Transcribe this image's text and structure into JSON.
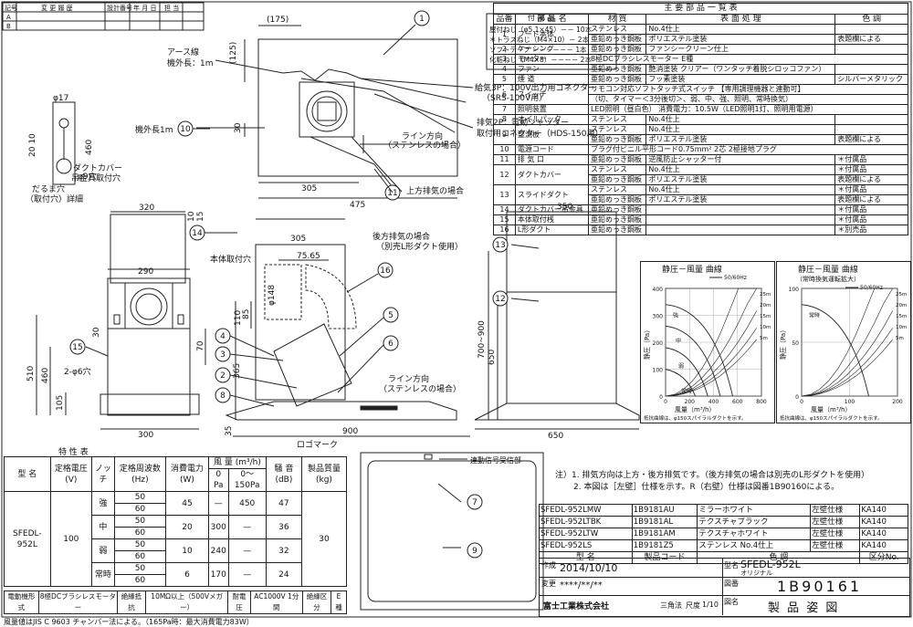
{
  "revision_block": {
    "headers": [
      "記号",
      "変 更 履 歴",
      "設計番号",
      "年 月 日",
      "担 当"
    ],
    "marks": [
      "A",
      "B"
    ]
  },
  "accessories": {
    "title": "付 属 品",
    "items": [
      "屋付ねじ（φ5.1×45）－－ 10本",
      "＊トラスねじ（M4×10）－ 2本",
      "ソフトテープ －－－－－－ 1本",
      "化粧ねじ（M4×8）－－－－ 2本"
    ]
  },
  "parts_table": {
    "title": "主 要 部 品 一 覧 表",
    "headers": [
      "品番",
      "部 品 名",
      "材 質",
      "表 面 処 理",
      "色 調"
    ],
    "rows": [
      {
        "no": "1",
        "name": "フード本体",
        "lines": [
          [
            "ステンレス",
            "No.4仕上",
            ""
          ],
          [
            "亜鉛めっき鋼板",
            "ポリエステル塗装",
            "表題欄による"
          ]
        ]
      },
      {
        "no": "2",
        "name": "ケーシング",
        "lines": [
          [
            "亜鉛めっき鋼板",
            "ファンシークリーン仕上",
            ""
          ]
        ]
      },
      {
        "no": "3",
        "name": "モーター",
        "lines": [
          [
            "8極DCブラシレスモーター E種",
            "",
            ""
          ]
        ]
      },
      {
        "no": "4",
        "name": "ファン",
        "lines": [
          [
            "亜鉛めっき鋼板",
            "艶消塗装 クリアー（ワンタッチ着脱シロッコファン）",
            ""
          ]
        ]
      },
      {
        "no": "5",
        "name": "煙 道",
        "lines": [
          [
            "亜鉛めっき鋼板",
            "フッ素塗装",
            "シルバーメタリック"
          ]
        ]
      },
      {
        "no": "6",
        "name": "スイッチ",
        "lines": [
          [
            "リモコン対応ソフトタッチ式スイッチ 【専用調理機器と連動可】",
            "",
            ""
          ],
          [
            "（切、タイマー＜3分後切＞、弱、中、強、照明、常時換気）",
            "",
            ""
          ]
        ]
      },
      {
        "no": "7",
        "name": "照明装置",
        "lines": [
          [
            "LED照明（昼白色） 消費電力：10.5W（LED照明1灯、照明用電源）",
            "",
            ""
          ]
        ]
      },
      {
        "no": "8",
        "name": "オイルパック",
        "lines": [
          [
            "ステンレス",
            "No.4仕上",
            ""
          ]
        ]
      },
      {
        "no": "9",
        "name": "整流板",
        "lines": [
          [
            "ステンレス",
            "No.4仕上",
            ""
          ],
          [
            "亜鉛めっき鋼板",
            "ポリエステル塗装",
            "表題欄による"
          ]
        ]
      },
      {
        "no": "10",
        "name": "電源コード",
        "lines": [
          [
            "ブラグ付ビニル平形コード0.75mm² 2芯 2極接地プラグ",
            "",
            ""
          ]
        ]
      },
      {
        "no": "11",
        "name": "排 気 口",
        "lines": [
          [
            "亜鉛めっき鋼板",
            "逆風防止シャッター付",
            "＊付属品"
          ]
        ]
      },
      {
        "no": "12",
        "name": "ダクトカバー",
        "lines": [
          [
            "ステンレス",
            "No.4仕上",
            "＊付属品"
          ],
          [
            "亜鉛めっき鋼板",
            "ポリエステル塗装",
            "表題欄による"
          ]
        ]
      },
      {
        "no": "13",
        "name": "スライドダクト",
        "lines": [
          [
            "ステンレス",
            "No.4仕上",
            "＊付属品"
          ],
          [
            "亜鉛めっき鋼板",
            "ポリエステル塗装",
            "表題欄による"
          ]
        ]
      },
      {
        "no": "14",
        "name": "ダクトカバー吊金具",
        "lines": [
          [
            "亜鉛めっき鋼板",
            "",
            "＊付属品"
          ]
        ]
      },
      {
        "no": "15",
        "name": "本体取付桟",
        "lines": [
          [
            "亜鉛めっき鋼板",
            "",
            "＊付属品"
          ]
        ]
      },
      {
        "no": "16",
        "name": "L形ダクト",
        "lines": [
          [
            "亜鉛めっき鋼板",
            "",
            "＊別売品"
          ]
        ]
      }
    ]
  },
  "spec_table": {
    "title": "特 性 表",
    "headers": [
      "型 名",
      "定格電圧 (V)",
      "ノッチ",
      "定格周波数 (Hz)",
      "消費電力 (W)",
      "風 量 (m³/h)",
      "騒 音 (dB)",
      "製品質量 (kg)"
    ],
    "subheaders": [
      "0 Pa",
      "0〜150Pa"
    ],
    "model": "SFEDL-952L",
    "voltage": "100",
    "weight": "30",
    "rows": [
      {
        "notch": "強",
        "freq": [
          "50",
          "60"
        ],
        "power": "45",
        "q0": "—",
        "q150": "450",
        "noise": "47"
      },
      {
        "notch": "中",
        "freq": [
          "50",
          "60"
        ],
        "power": "20",
        "q0": "300",
        "q150": "—",
        "noise": "36"
      },
      {
        "notch": "弱",
        "freq": [
          "50",
          "60"
        ],
        "power": "10",
        "q0": "240",
        "q150": "—",
        "noise": "32"
      },
      {
        "notch": "常時",
        "freq": [
          "50",
          "60"
        ],
        "power": "6",
        "q0": "170",
        "q150": "—",
        "noise": "24"
      }
    ],
    "footer_cells": [
      "電動機形式",
      "8極DCブラシレスモーター",
      "絶縁抵抗",
      "10MΩ以上（500Vメガー）",
      "耐電圧",
      "AC1000V 1分間",
      "絶縁区分",
      "E 種"
    ],
    "note": "風量値はJIS C 9603 チャンバー法による。（165Pa時：最大消費電力83W）"
  },
  "notes": [
    "注）1. 排気方向は上方・後方排気です。（後方排気の場合は別売のL形ダクトを使用）",
    "2. 本図は［左壁］仕様を示す。R（右壁）仕様は図番1B90160による。"
  ],
  "model_list": {
    "rows": [
      [
        "SFEDL-952LMW",
        "1B9181AU",
        "ミラーホワイト",
        "左壁仕様",
        "KA140"
      ],
      [
        "SFEDL-952LTBK",
        "1B9181AL",
        "テクスチャブラック",
        "左壁仕様",
        "KA140"
      ],
      [
        "SFEDL-952LTW",
        "1B9181AM",
        "テクスチャホワイト",
        "左壁仕様",
        "KA140"
      ],
      [
        "SFEDL-952LS",
        "1B9181Z5",
        "ステンレス No.4仕上",
        "左壁仕様",
        "KA140"
      ]
    ],
    "headers": [
      "型 名",
      "製品コード",
      "色 調",
      "区分No."
    ]
  },
  "title_block": {
    "made_label": "作成",
    "date": "2014/10/10",
    "changed_label": "変更",
    "changed_date": "****/**/**",
    "company": "富士工業株式会社",
    "projection": "三角法",
    "scale_label": "尺度",
    "scale": "1/10",
    "model_label": "型名",
    "model": "SFEDL-952L",
    "original": "オリジナル",
    "drawing_no_label": "図番",
    "drawing_no": "1B90161",
    "name_label": "図名",
    "drawing_name": "製 品 姿 図"
  },
  "chart_left": {
    "title": "静圧－風量 曲線",
    "legend": "50/60Hz",
    "ylabel": "静圧（Pa）",
    "xlabel": "風量（m³/h）",
    "yticks": [
      "0",
      "100",
      "200",
      "300",
      "400"
    ],
    "xticks": [
      "0",
      "200",
      "400",
      "600",
      "800"
    ],
    "duct_labels": [
      "25m",
      "20m",
      "15m",
      "10m",
      "5m"
    ],
    "curve_labels": [
      "強",
      "中",
      "弱",
      "常時"
    ],
    "footnote": "抵抗曲線は、φ150スパイラルダクトを示す。"
  },
  "chart_right": {
    "title": "静圧－風量 曲線",
    "subtitle": "（常時換気運転拡大）",
    "legend": "50/60Hz",
    "ylabel": "静圧（Pa）",
    "xlabel": "風量（m³/h）",
    "yticks": [
      "0",
      "50",
      "100"
    ],
    "xticks": [
      "0",
      "100",
      "200"
    ],
    "duct_labels": [
      "25m",
      "20m",
      "15m",
      "10m",
      "5m"
    ],
    "curve_labels": [
      "常時"
    ],
    "footnote": "抵抗曲線は、φ150スパイラルダクトを示す。"
  },
  "labels": {
    "earth_wire": "アース線",
    "earth_len": "機外長：1m",
    "outside_len": "機外長1m",
    "supply3p": "給気3P：100V出力用コネクター",
    "supply3p_b": "（SRS-100V用）",
    "exhaust2p": "排気2P：電動シャッター",
    "exhaust2p_b": "取付用コネクター（HDS-150用）",
    "line_dir": "ライン方向",
    "line_dir_b": "（ステンレスの場合）",
    "upward_case": "上方排気の場合",
    "rear_case": "後方排気の場合",
    "rear_case_b": "（別売L形ダクト使用）",
    "duct_cover_hanger": "ダクトカバー",
    "duct_cover_hanger_b": "吊金具取付穴",
    "body_hole": "本体取付穴",
    "dumbbell": "だるま穴",
    "dumbbell_b": "（取付穴）詳細",
    "phi9": "φ9穴",
    "phi6": "2-φ6穴",
    "logo": "ロゴマーク",
    "remote": "連動信号受信部",
    "phi148": "φ148",
    "phi17": "φ17"
  },
  "dims": {
    "d175": "(175)",
    "d125": "(125)",
    "d30": "30",
    "d305a": "305",
    "d475": "475",
    "d350": "350",
    "d320": "320",
    "d10": "10",
    "d15": "15",
    "d305b": "305",
    "d7565": "75.65",
    "d290": "290",
    "d110": "110",
    "d85": "85",
    "d365": "365",
    "d70": "70",
    "d510": "510",
    "d460a": "460",
    "d105": "105",
    "d300": "300",
    "d900": "900",
    "d650a": "650",
    "d650b": "650",
    "d700900": "700~900",
    "d35": "35",
    "d2010": "20 10",
    "d460b": "460",
    "d30b": "30"
  },
  "balloons": [
    "1",
    "2",
    "3",
    "4",
    "5",
    "6",
    "7",
    "8",
    "9",
    "10",
    "11",
    "12",
    "13",
    "14",
    "15",
    "16"
  ]
}
